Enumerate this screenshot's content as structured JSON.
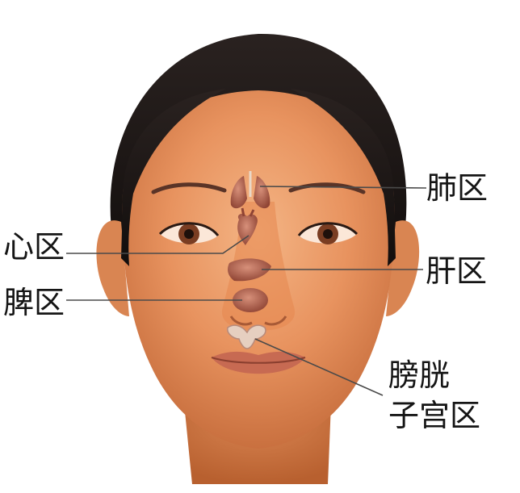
{
  "labels": {
    "lung": "肺区",
    "heart": "心区",
    "liver": "肝区",
    "spleen": "脾区",
    "bladder_line1": "膀胱",
    "bladder_line2": "子宫区"
  },
  "colors": {
    "background": "#ffffff",
    "skin": "#e8935f",
    "hair": "#1a1514",
    "organ": "#a85a48",
    "label_text": "#151515",
    "leader_line": "#4a4a4a"
  }
}
